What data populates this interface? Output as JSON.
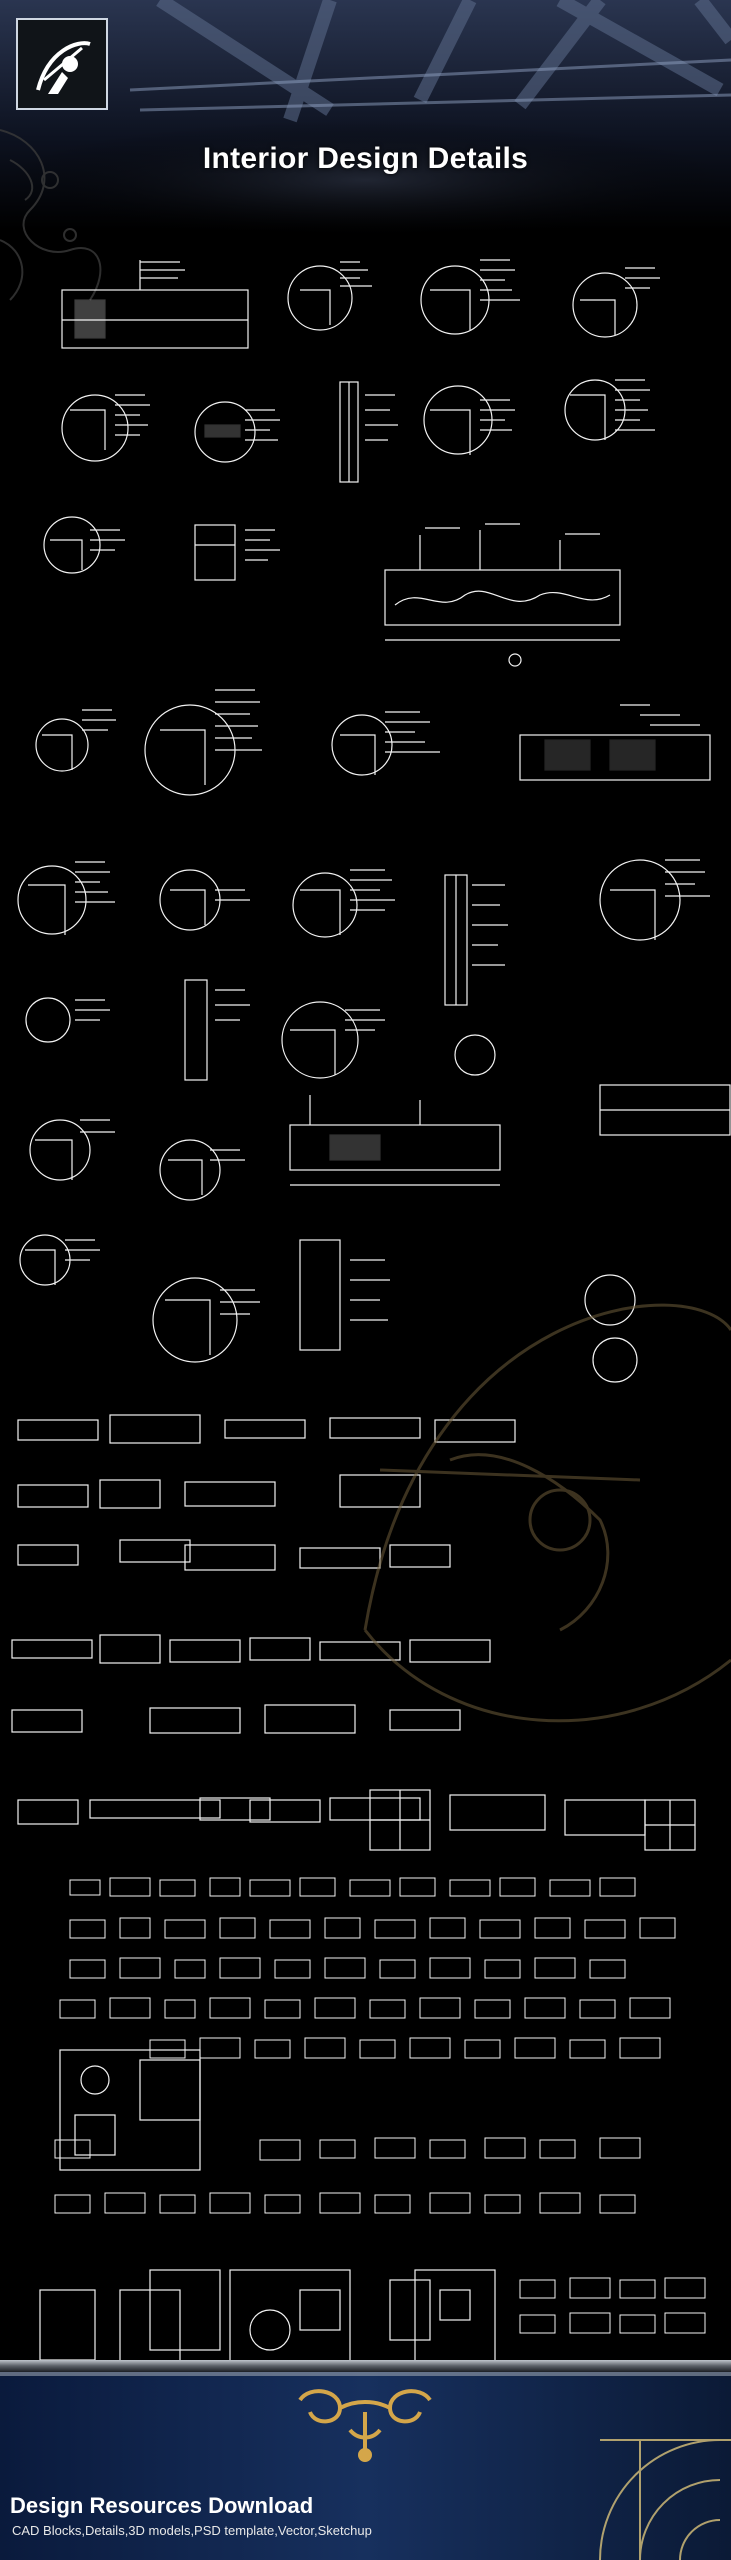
{
  "header": {
    "title": "Interior Design Details",
    "logo_icon": "archer-logo-icon"
  },
  "footer": {
    "title": "Design Resources Download",
    "subtitle": "CAD Blocks,Details,3D models,PSD template,Vector,Sketchup",
    "ornament_icon": "gold-scroll-ornament-icon"
  },
  "colors": {
    "background": "#000000",
    "line": "#ffffff",
    "footer_gold": "#c9a24a",
    "banner_blue": "#3d4a66"
  }
}
